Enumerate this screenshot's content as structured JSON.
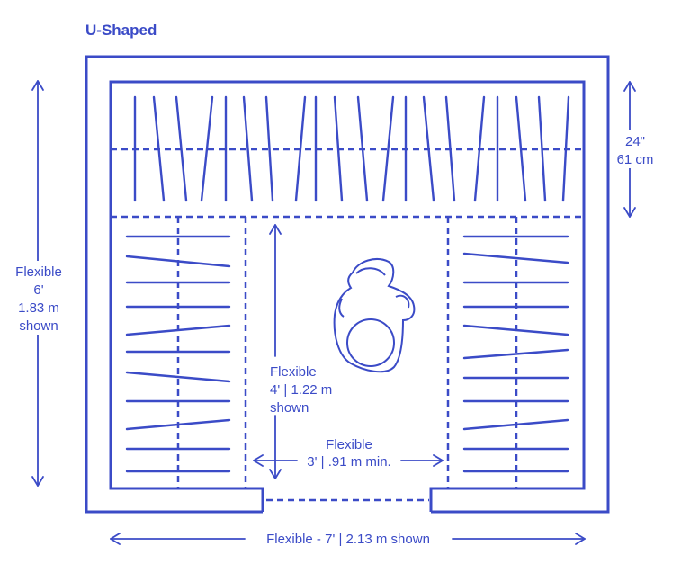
{
  "title": "U-Shaped",
  "dimensions": {
    "height": [
      "Flexible",
      "6'",
      "1.83 m",
      "shown"
    ],
    "depth": [
      "24\"",
      "61 cm"
    ],
    "aisle_depth": [
      "Flexible",
      "4' | 1.22 m",
      "shown"
    ],
    "door_width": [
      "Flexible",
      "3' | .91 m min."
    ],
    "width": "Flexible - 7' | 2.13 m shown"
  },
  "colors": {
    "line": "#3b4bc7",
    "background": "#ffffff"
  },
  "icons": {
    "person": "person-topview-icon"
  }
}
